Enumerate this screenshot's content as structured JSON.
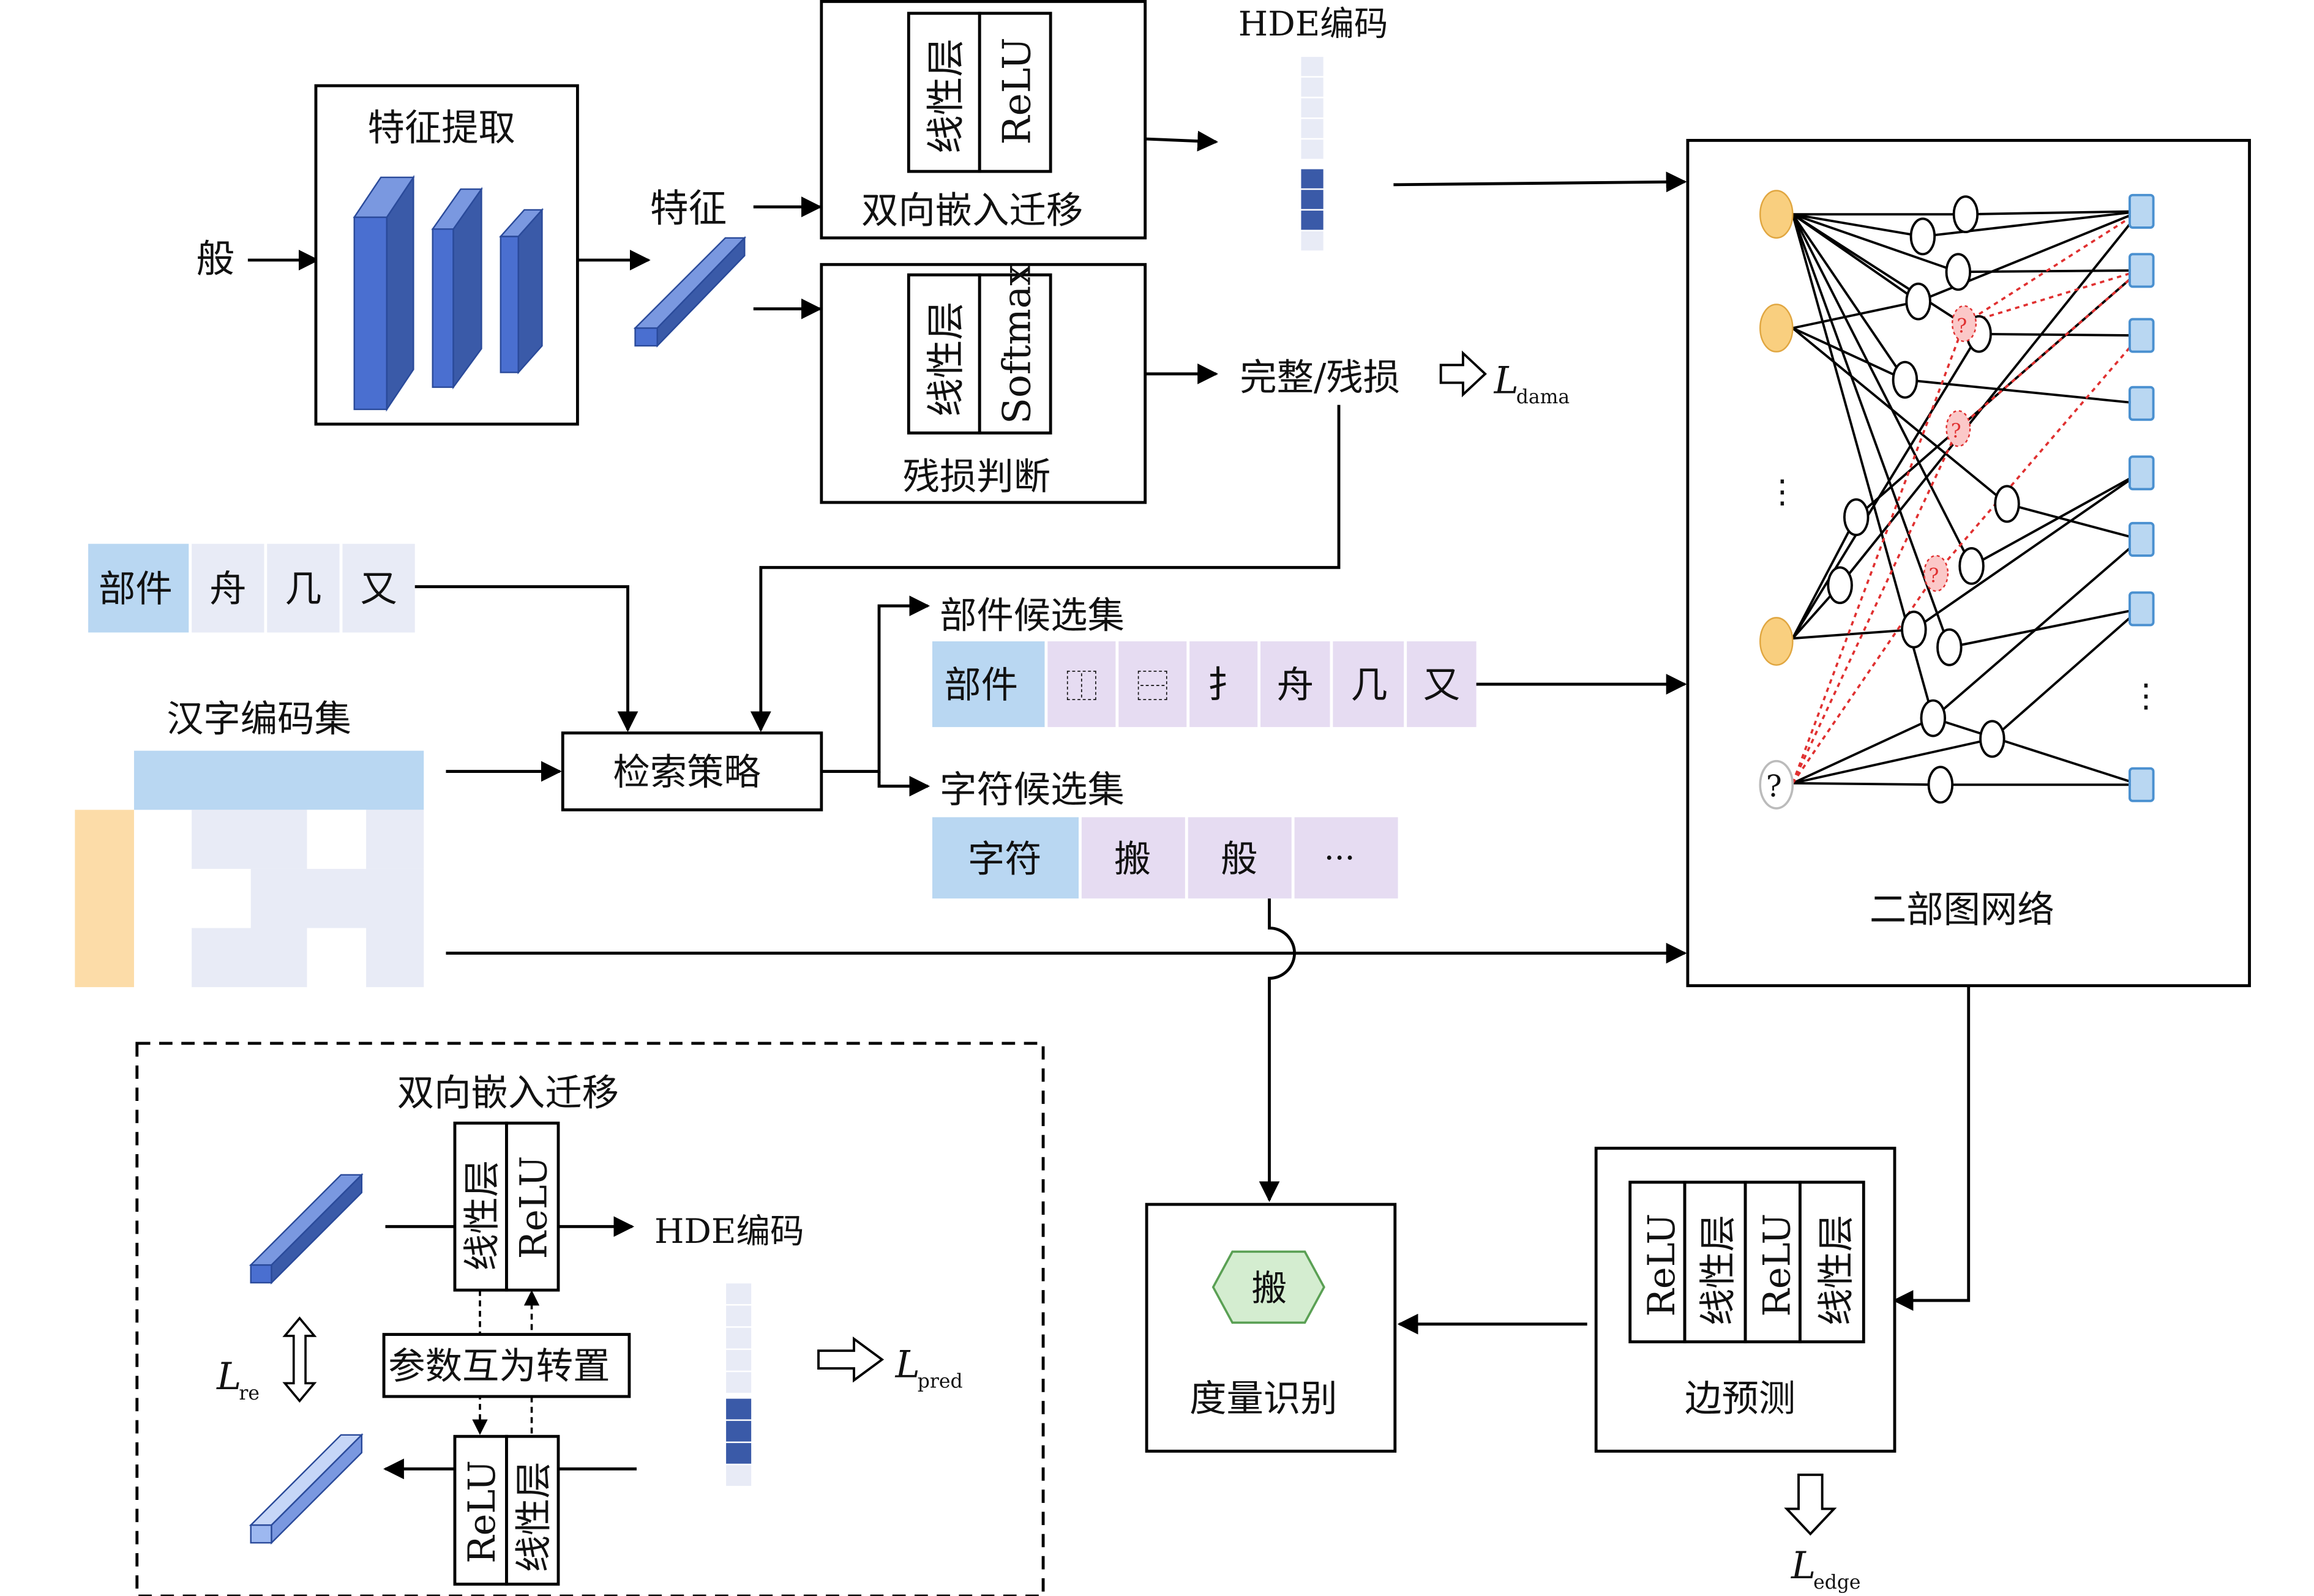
{
  "input_char": "般",
  "feature_extraction": {
    "title": "特征提取"
  },
  "feature_label": "特征",
  "embed_box": {
    "layer1": "线性层",
    "layer2": "ReLU",
    "title": "双向嵌入迁移"
  },
  "damage_box": {
    "layer1": "线性层",
    "layer2": "Softmax",
    "title": "残损判断"
  },
  "hde_label": "HDE编码",
  "damage_output": "完整/残损",
  "loss_dama": {
    "main": "L",
    "sub": "dama"
  },
  "components_row": [
    "部件",
    "舟",
    "几",
    "又"
  ],
  "code_set_title": "汉字编码集",
  "search_strategy": "检索策略",
  "component_candidates": {
    "title": "部件候选集",
    "header": "部件",
    "items": [
      "⿰",
      "⿱",
      "扌",
      "舟",
      "几",
      "又"
    ]
  },
  "char_candidates": {
    "title": "字符候选集",
    "header": "字符",
    "items": [
      "搬",
      "般",
      "···"
    ]
  },
  "bipartite": {
    "title": "二部图网络",
    "unknown_mark": "?",
    "ellipsis": "⋮"
  },
  "inset": {
    "title": "双向嵌入迁移",
    "layer1": "线性层",
    "layer2": "ReLU",
    "hde_label": "HDE编码",
    "transpose_label": "参数互为转置",
    "loss_re": {
      "main": "L",
      "sub": "re"
    },
    "loss_pred": {
      "main": "L",
      "sub": "pred"
    }
  },
  "metric_box": {
    "result_char": "搬",
    "title": "度量识别"
  },
  "edge_box": {
    "layers": [
      "ReLU",
      "线性层",
      "ReLU",
      "线性层"
    ],
    "title": "边预测"
  },
  "loss_edge": {
    "main": "L",
    "sub": "edge"
  },
  "colors": {
    "blue_dark": "#3a5aa8",
    "blue_mid": "#4a6fd0",
    "blue_light": "#b9d7f2",
    "lavender": "#e6dcf2",
    "pale": "#e8ebf6",
    "orange": "#fcdca8",
    "orange_node": "#f9cf7f",
    "green_hex": "#d4edd0",
    "red_dash": "#e03030"
  }
}
